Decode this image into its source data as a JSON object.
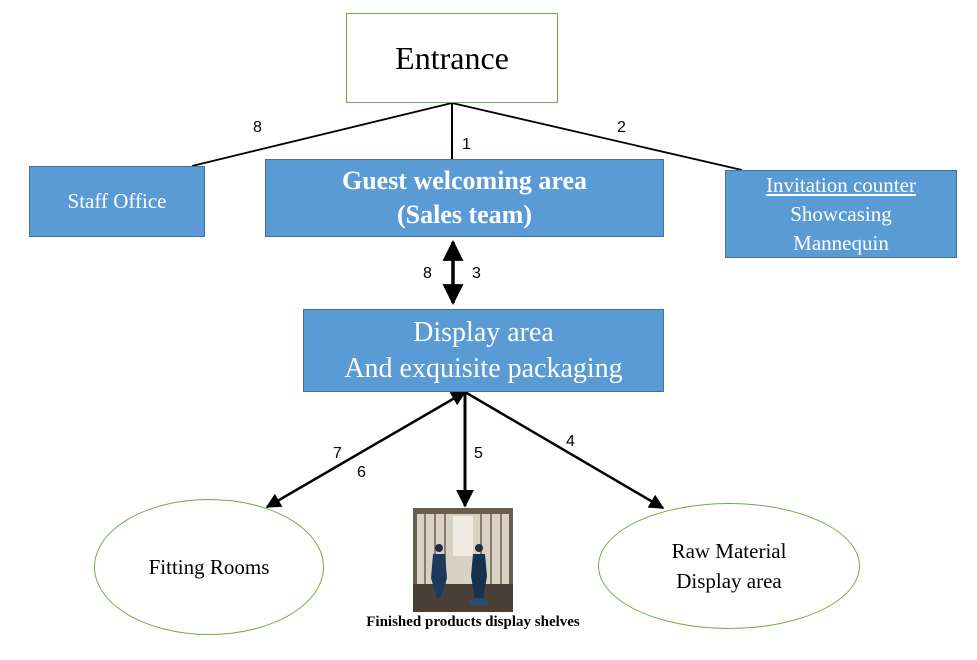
{
  "nodes": {
    "entrance": "Entrance",
    "staff_office": "Staff Office",
    "guest_welcoming": [
      "Guest welcoming area",
      "(Sales team)"
    ],
    "invitation": [
      "Invitation counter",
      "Showcasing",
      "Mannequin"
    ],
    "display": [
      "Display area",
      "And exquisite packaging"
    ],
    "fitting": "Fitting Rooms",
    "raw_material": [
      "Raw Material",
      "Display area"
    ],
    "shelves_caption": "Finished products display shelves"
  },
  "edge_labels": {
    "entrance_staff": "8",
    "entrance_guest": "1",
    "entrance_invitation": "2",
    "guest_display_up": "8",
    "guest_display_down": "3",
    "display_fitting_a": "7",
    "display_fitting_b": "6",
    "display_shelves": "5",
    "display_raw": "4"
  },
  "colors": {
    "blue_fill": "#5b9bd5",
    "blue_border": "#41719c",
    "green_border": "#70ad47"
  }
}
